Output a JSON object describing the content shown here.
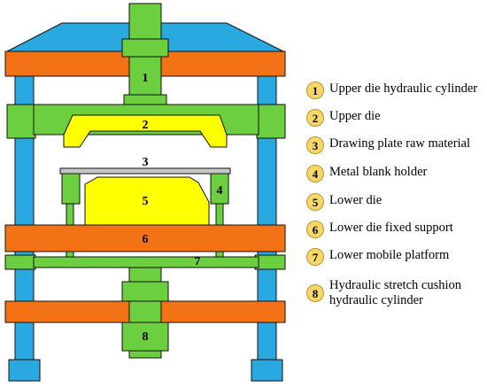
{
  "colors": {
    "green": "#6ccf3f",
    "blue": "#2aa8e0",
    "orange": "#f47216",
    "yellow": "#ffff00",
    "gray": "#c7c7c7",
    "badge_fill": "#f7d76a",
    "outline": "#111111"
  },
  "parts": [
    {
      "number": "1",
      "label": "Upper die hydraulic cylinder"
    },
    {
      "number": "2",
      "label": "Upper die"
    },
    {
      "number": "3",
      "label": "Drawing plate raw material"
    },
    {
      "number": "4",
      "label": "Metal blank holder"
    },
    {
      "number": "5",
      "label": "Lower die"
    },
    {
      "number": "6",
      "label": "Lower die fixed support"
    },
    {
      "number": "7",
      "label": "Lower mobile platform"
    },
    {
      "number": "8",
      "label": "Hydraulic stretch cushion\nhydraulic cylinder"
    }
  ]
}
